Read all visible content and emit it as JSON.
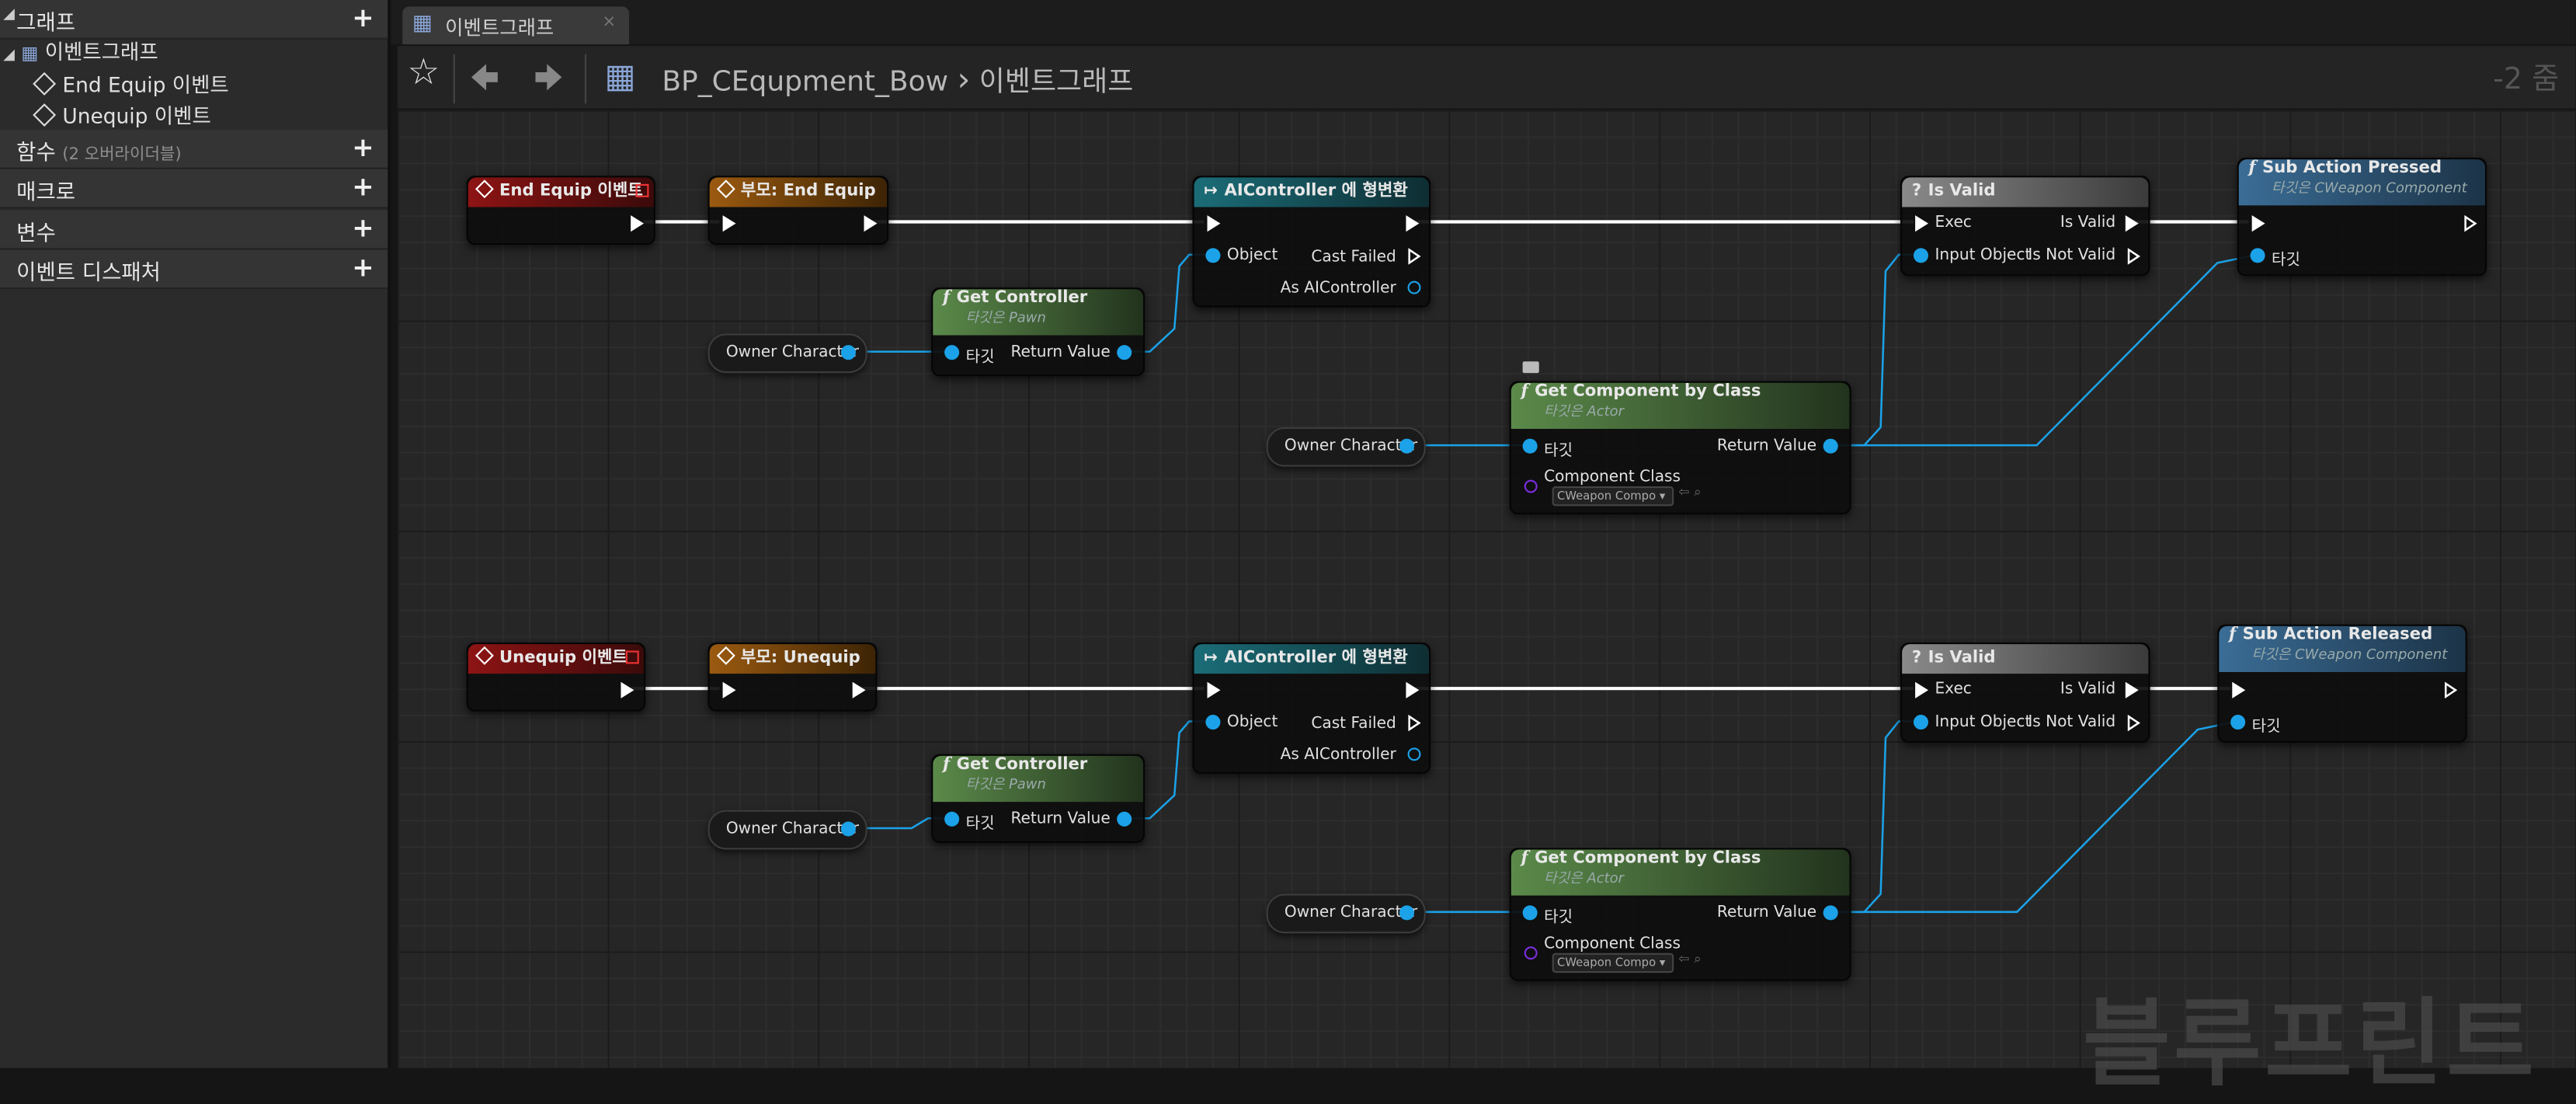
{
  "left_panel": {
    "graph_section": "그래프",
    "event_graph": "이벤트그래프",
    "events": [
      "End Equip 이벤트",
      "Unequip 이벤트"
    ],
    "functions": "함수",
    "functions_sub": "(2 오버라이더블)",
    "macros": "매크로",
    "variables": "변수",
    "dispatchers": "이벤트 디스패처"
  },
  "tab": {
    "label": "이벤트그래프",
    "close": "×"
  },
  "breadcrumb": {
    "blueprint": "BP_CEqupment_Bow",
    "separator": "›",
    "graph": "이벤트그래프"
  },
  "zoom": "-2 줌",
  "watermark": "블루프린트",
  "rows": [
    {
      "event": "End Equip 이벤트",
      "parent": "부모: End Equip",
      "cast": {
        "title": "AIController 에 형변환",
        "object": "Object",
        "cast_failed": "Cast Failed",
        "as": "As AIController"
      },
      "get_controller": {
        "title": "Get Controller",
        "subtitle": "타깃은 Pawn",
        "target": "타깃",
        "return": "Return Value"
      },
      "owner_a": "Owner Character",
      "owner_b": "Owner Character",
      "get_component": {
        "title": "Get Component by Class",
        "subtitle": "타깃은 Actor",
        "target": "타깃",
        "return": "Return Value",
        "class_label": "Component Class",
        "class_value": "CWeapon Compo"
      },
      "is_valid": {
        "title": "Is Valid",
        "exec": "Exec",
        "input": "Input Object",
        "valid": "Is Valid",
        "not_valid": "Is Not Valid"
      },
      "action": {
        "title": "Sub Action Pressed",
        "subtitle": "타깃은 CWeapon Component",
        "target": "타깃"
      }
    },
    {
      "event": "Unequip 이벤트",
      "parent": "부모: Unequip",
      "cast": {
        "title": "AIController 에 형변환",
        "object": "Object",
        "cast_failed": "Cast Failed",
        "as": "As AIController"
      },
      "get_controller": {
        "title": "Get Controller",
        "subtitle": "타깃은 Pawn",
        "target": "타깃",
        "return": "Return Value"
      },
      "owner_a": "Owner Character",
      "owner_b": "Owner Character",
      "get_component": {
        "title": "Get Component by Class",
        "subtitle": "타깃은 Actor",
        "target": "타깃",
        "return": "Return Value",
        "class_label": "Component Class",
        "class_value": "CWeapon Compo"
      },
      "is_valid": {
        "title": "Is Valid",
        "exec": "Exec",
        "input": "Input Object",
        "valid": "Is Valid",
        "not_valid": "Is Not Valid"
      },
      "action": {
        "title": "Sub Action Released",
        "subtitle": "타깃은 CWeapon Component",
        "target": "타깃"
      }
    }
  ],
  "colors": {
    "exec_wire": "#ffffff",
    "object_wire": "#1ba2e8",
    "class_pin": "#7b2ee0"
  }
}
